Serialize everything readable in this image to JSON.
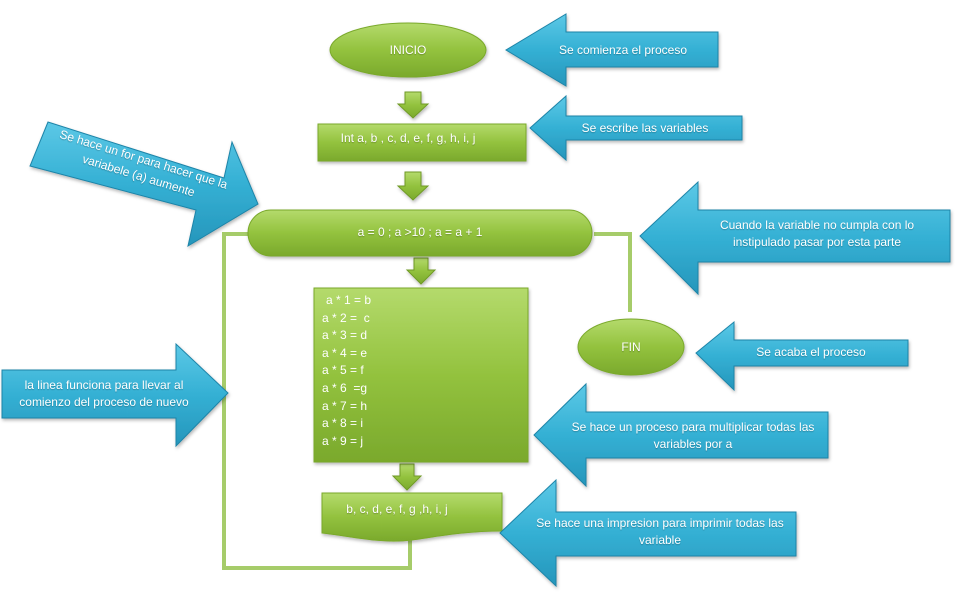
{
  "flow": {
    "start": "INICIO",
    "declare": "Int a, b , c, d, e, f, g, h, i, j",
    "loop": "a = 0 ; a >10 ; a = a + 1",
    "process_lines": [
      "a * 1 = b",
      "a * 2 =  c",
      "a * 3 = d",
      "a * 4 = e",
      "a * 5 = f",
      "a * 6  =g",
      "a * 7 = h",
      "a * 8 = i",
      "a * 9 = j"
    ],
    "output": "b, c, d, e, f, g ,h, i, j",
    "end": "FIN"
  },
  "callouts": {
    "start": "Se comienza el proceso",
    "declare": "Se escribe las variables",
    "loop_for": "Se hace un for para hacer que la variabele (a) aumente",
    "condition": "Cuando la variable no cumpla con lo instipulado pasar por esta parte",
    "end": "Se acaba el proceso",
    "loop_back": "la linea funciona para llevar al comienzo del proceso de nuevo",
    "multiply": "Se hace un proceso para multiplicar todas las variables por a",
    "print": "Se hace una impresion para imprimir todas las variable"
  },
  "colors": {
    "green_fill": "#8fbf3a",
    "green_light": "#a9d35a",
    "green_line": "#a6cc6a",
    "blue_fill": "#3cb4d6",
    "blue_dark": "#2a93b7"
  }
}
